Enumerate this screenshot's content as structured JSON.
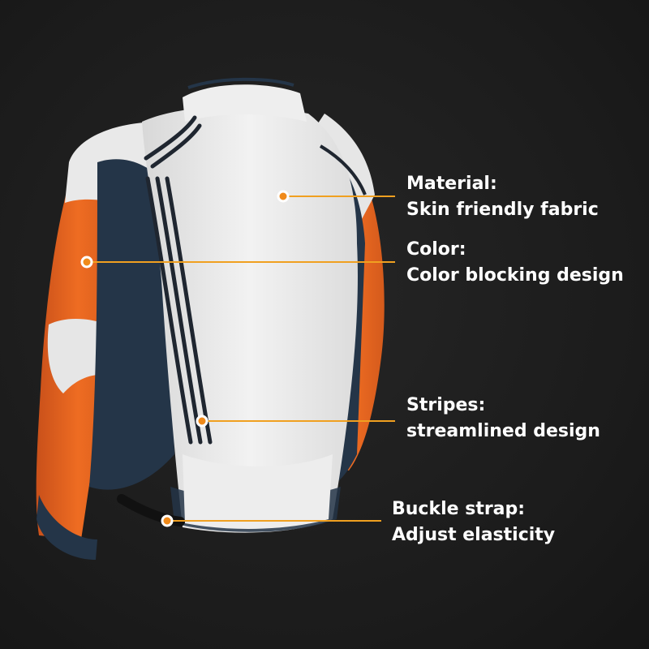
{
  "colors": {
    "background": "#1c1c1c",
    "leader_line": "#f0a020",
    "marker_fill": "#f08a1a",
    "jacket_white": "#ecebeb",
    "jacket_navy": "#243548",
    "jacket_orange": "#e8641c",
    "text": "#ffffff"
  },
  "callouts": [
    {
      "heading": "Material:",
      "detail": "Skin friendly fabric"
    },
    {
      "heading": "Color:",
      "detail": "Color blocking design"
    },
    {
      "heading": "Stripes:",
      "detail": "streamlined design"
    },
    {
      "heading": "Buckle strap:",
      "detail": "Adjust elasticity"
    }
  ]
}
